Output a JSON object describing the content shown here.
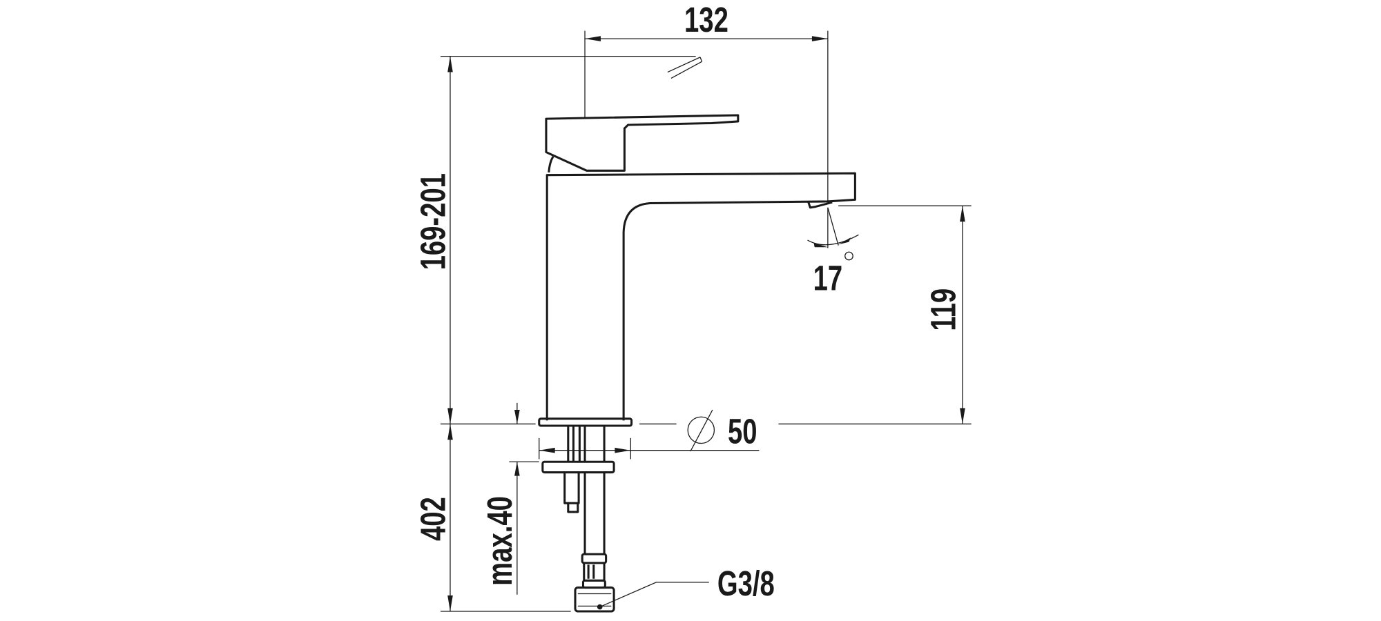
{
  "drawing": {
    "dimensions": {
      "spout_reach": "132",
      "total_height": "169-201",
      "spout_height": "119",
      "spout_angle": "17",
      "degree_symbol": "°",
      "base_diameter_symbol": "diameter-icon",
      "base_diameter": "50",
      "hose_length": "402",
      "max_countertop": "max.40",
      "connection_thread": "G3/8"
    },
    "line_color": "#1a1a1a",
    "background": "#ffffff"
  }
}
